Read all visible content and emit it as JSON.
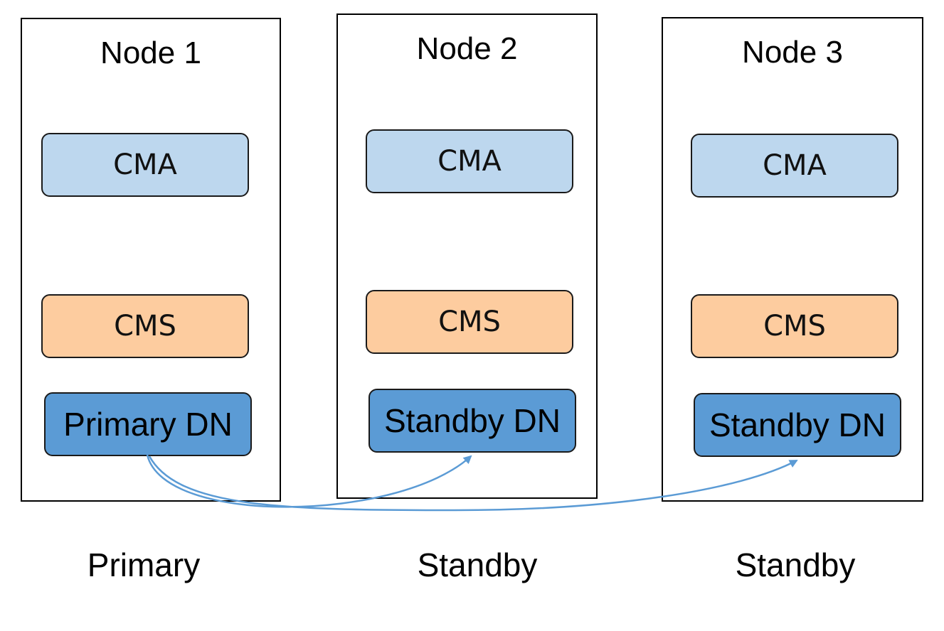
{
  "nodes": [
    {
      "title": "Node 1",
      "cma_label": "CMA",
      "cms_label": "CMS",
      "dn_label": "Primary DN",
      "role": "Primary"
    },
    {
      "title": "Node 2",
      "cma_label": "CMA",
      "cms_label": "CMS",
      "dn_label": "Standby DN",
      "role": "Standby"
    },
    {
      "title": "Node 3",
      "cma_label": "CMA",
      "cms_label": "CMS",
      "dn_label": "Standby DN",
      "role": "Standby"
    }
  ],
  "colors": {
    "cma": "#bdd7ee",
    "cms": "#fdcc9f",
    "dn": "#5b9bd5",
    "arrow": "#5b9bd5"
  }
}
